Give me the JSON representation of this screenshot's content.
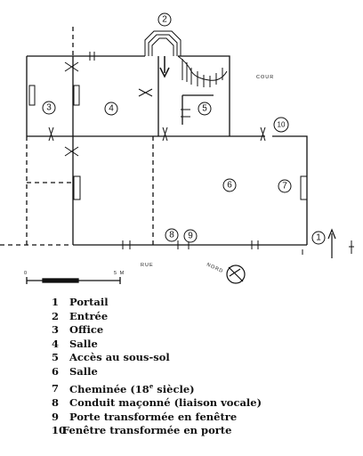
{
  "plan": {
    "room_labels": [
      "1",
      "2",
      "3",
      "4",
      "5",
      "6",
      "7",
      "8",
      "9",
      "10"
    ],
    "annotations": {
      "cour": "COUR",
      "rue": "RUE",
      "nord": "NORD",
      "scale_start": "0",
      "scale_end": "5 M"
    }
  },
  "legend": [
    {
      "num": "1",
      "text": "Portail"
    },
    {
      "num": "2",
      "text": "Entrée"
    },
    {
      "num": "3",
      "text": "Office"
    },
    {
      "num": "4",
      "text": "Salle"
    },
    {
      "num": "5",
      "text": "Accès au sous-sol"
    },
    {
      "num": "6",
      "text": "Salle"
    },
    {
      "num": "7",
      "text": "Cheminée (18",
      "sup": "e",
      "text_after": " siècle)"
    },
    {
      "num": "8",
      "text": "Conduit maçonné (liaison vocale)"
    },
    {
      "num": "9",
      "text": "Porte transformée en fenêtre"
    },
    {
      "num": "10",
      "text": "Fenêtre transformée en porte"
    }
  ],
  "colors": {
    "ink": "#111111",
    "paper": "#ffffff"
  }
}
